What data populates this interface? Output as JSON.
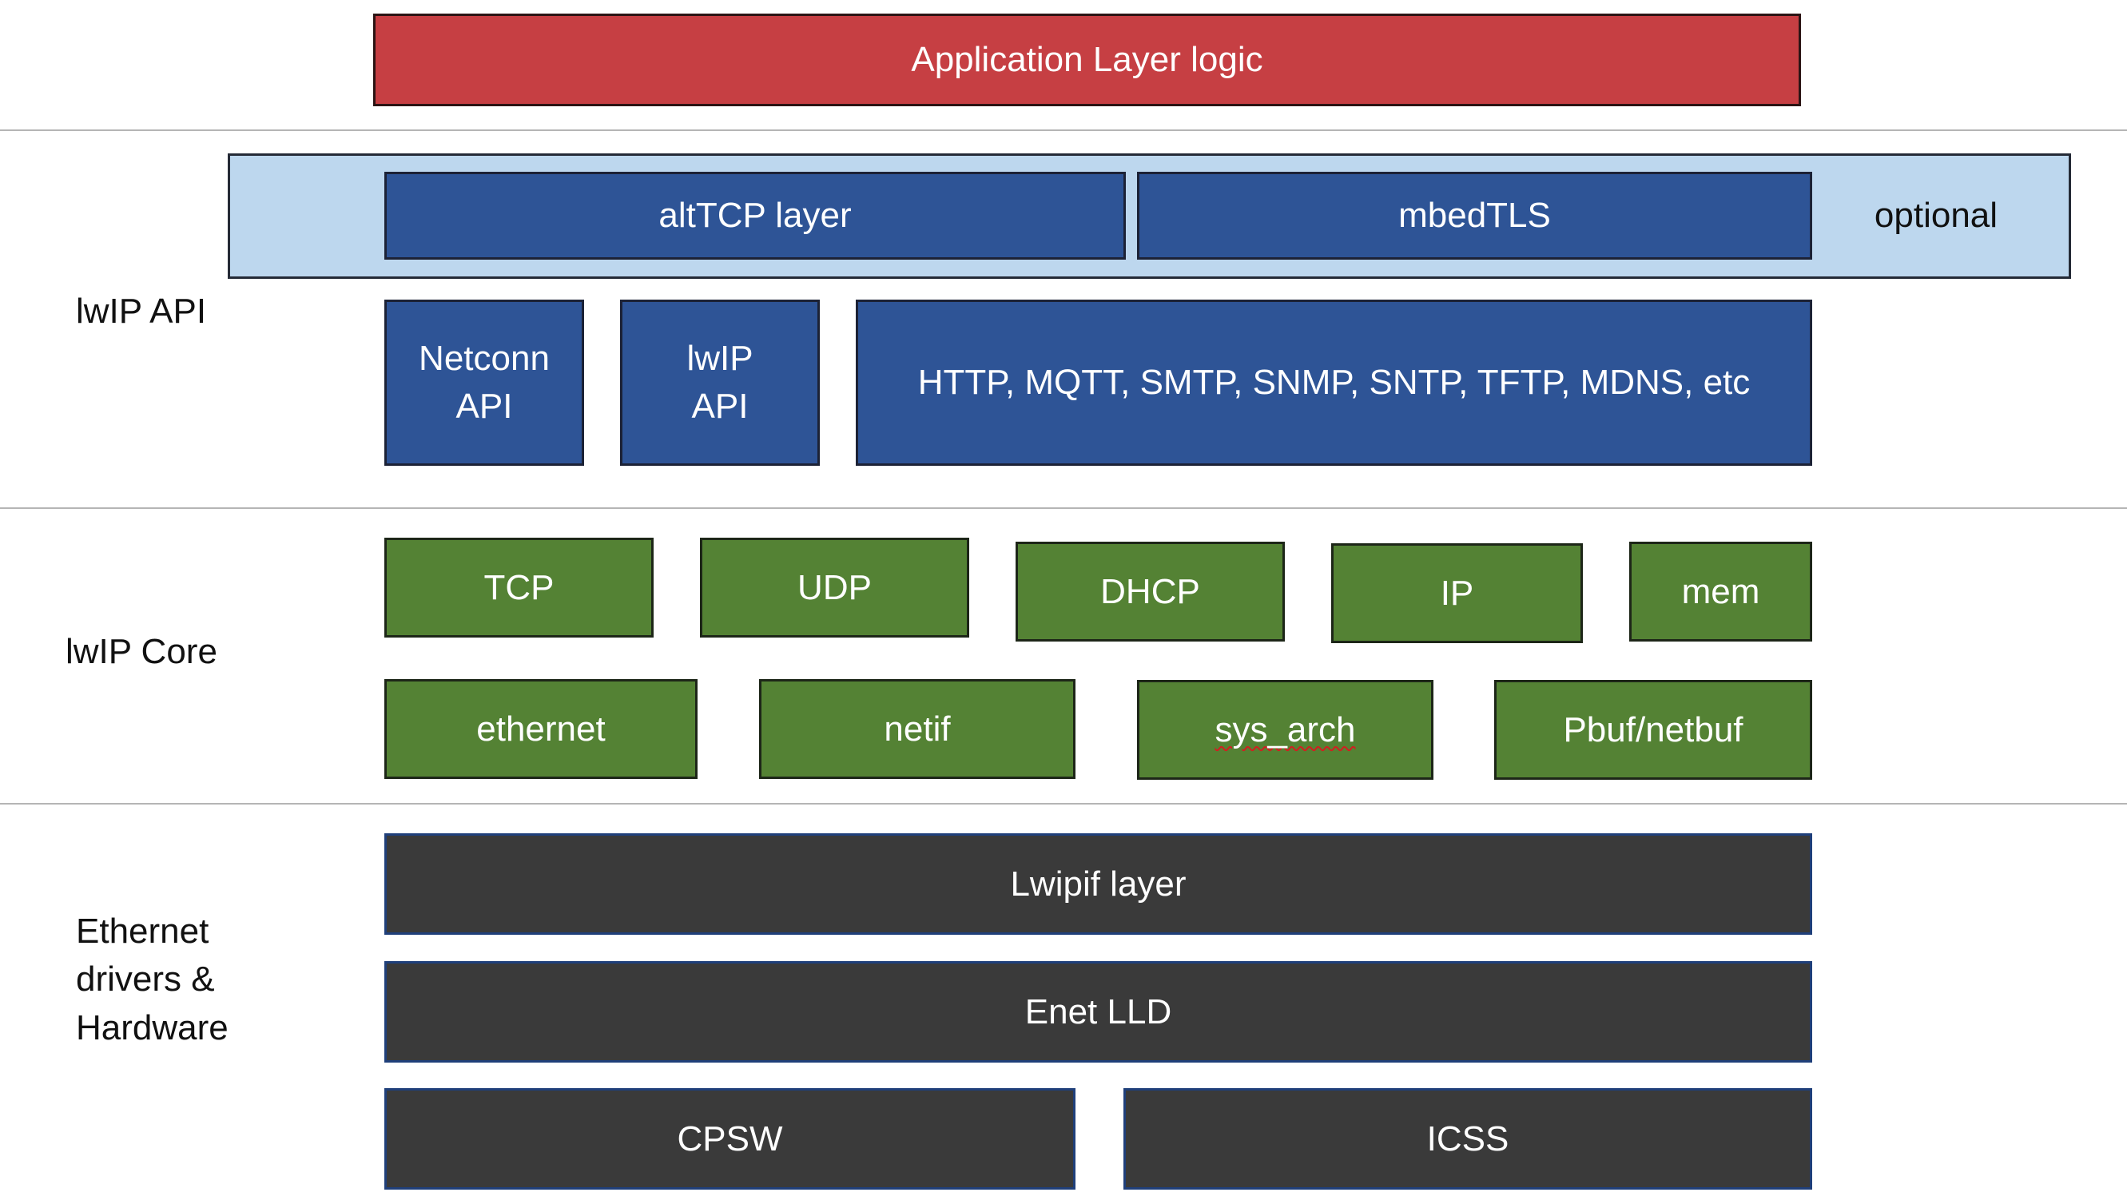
{
  "application": {
    "label": "Application Layer logic",
    "color": "#c63f43"
  },
  "layers": {
    "api": {
      "label": "lwIP API"
    },
    "core": {
      "label": "lwIP Core"
    },
    "drivers": {
      "label_lines": [
        "Ethernet",
        "drivers &",
        "Hardware"
      ]
    }
  },
  "optional": {
    "label": "optional",
    "band_color": "#bdd7ee",
    "blocks": [
      "altTCP layer",
      "mbedTLS"
    ]
  },
  "api_blocks": {
    "netconn": [
      "Netconn",
      "API"
    ],
    "lwip": [
      "lwIP",
      "API"
    ],
    "apps": "HTTP, MQTT, SMTP, SNMP, SNTP, TFTP, MDNS, etc",
    "color": "#2e5496"
  },
  "core_blocks": {
    "row1": [
      "TCP",
      "UDP",
      "DHCP",
      "IP",
      "mem"
    ],
    "row2": [
      "ethernet",
      "netif",
      "sys_arch",
      "Pbuf/netbuf"
    ],
    "color": "#548234"
  },
  "driver_blocks": {
    "lwipif": "Lwipif layer",
    "enet": "Enet LLD",
    "hw": [
      "CPSW",
      "ICSS"
    ],
    "color": "#3a3a3a"
  }
}
